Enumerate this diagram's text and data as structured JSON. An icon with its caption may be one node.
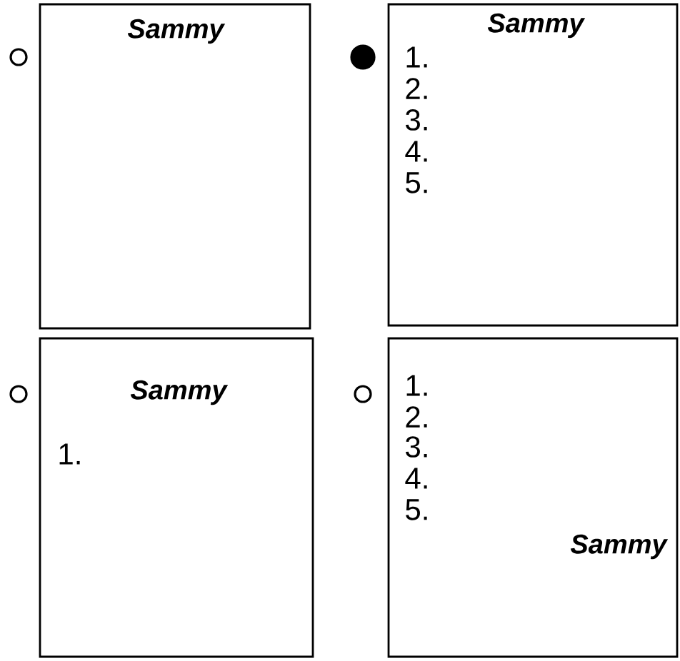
{
  "diagram": {
    "nodes": [
      {
        "text": [],
        "shape": "circle"
      },
      {
        "text": [
          "Sammy"
        ]
      },
      {
        "text": [],
        "shape": "dot"
      },
      {
        "text": [
          "Sammy",
          "1.",
          "2.",
          "3.",
          "4.",
          "5."
        ]
      },
      {
        "text": [],
        "shape": "circle"
      },
      {
        "text": [
          "Sammy",
          "1."
        ]
      },
      {
        "text": [],
        "shape": "circle"
      },
      {
        "text": [
          "1.",
          "2.",
          "3.",
          "4.",
          "5.",
          "Sammy"
        ]
      }
    ]
  }
}
